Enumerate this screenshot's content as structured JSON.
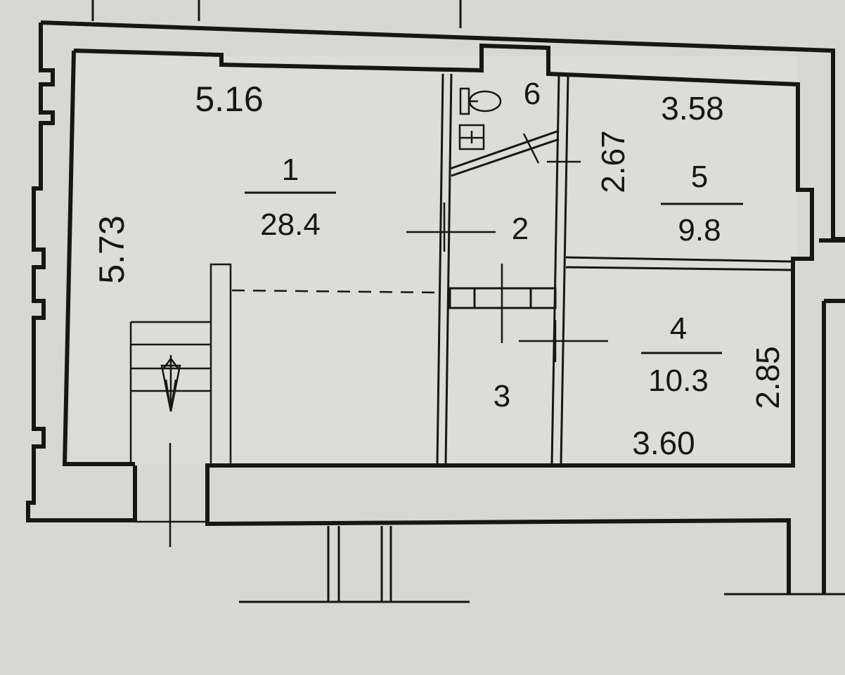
{
  "rooms": {
    "r1": {
      "number": "1",
      "area": "28.4"
    },
    "r2": {
      "number": "2"
    },
    "r3": {
      "number": "3"
    },
    "r4": {
      "number": "4",
      "area": "10.3"
    },
    "r5": {
      "number": "5",
      "area": "9.8"
    },
    "r6": {
      "number": "6"
    }
  },
  "dimensions": {
    "room1_width": "5.16",
    "room1_height": "5.73",
    "room5_width": "3.58",
    "room5_height": "2.67",
    "room4_width": "3.60",
    "room4_height": "2.85"
  },
  "colors": {
    "paper": "#d7d8d4",
    "wall": "#161616",
    "floor": "#dcddd9"
  }
}
